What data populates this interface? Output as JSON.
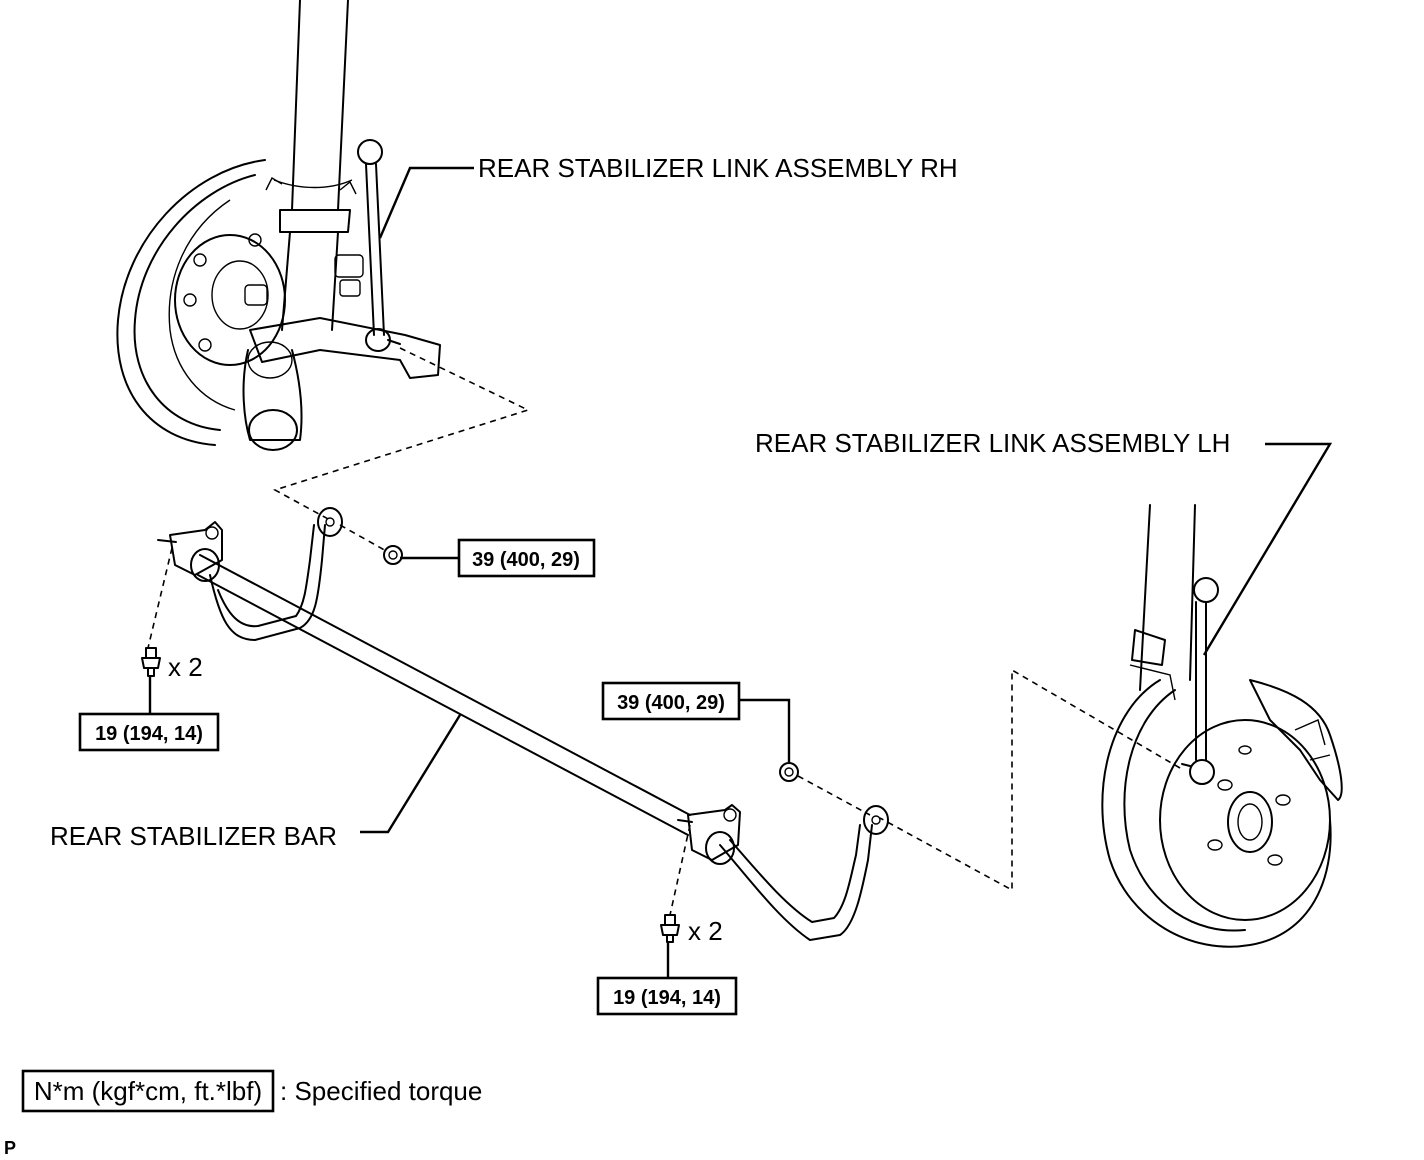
{
  "labels": {
    "link_rh": "REAR STABILIZER LINK ASSEMBLY RH",
    "link_lh": "REAR STABILIZER LINK ASSEMBLY LH",
    "bar": "REAR STABILIZER BAR"
  },
  "torques": {
    "nut_rh": "39 (400, 29)",
    "nut_lh": "39 (400, 29)",
    "bolt_rh": "19 (194, 14)",
    "bolt_lh": "19 (194, 14)"
  },
  "quantities": {
    "bolt_rh": "x 2",
    "bolt_lh": "x 2"
  },
  "legend": {
    "unit_box": "N*m (kgf*cm, ft.*lbf)",
    "description": ": Specified torque"
  },
  "corner_code": "P"
}
